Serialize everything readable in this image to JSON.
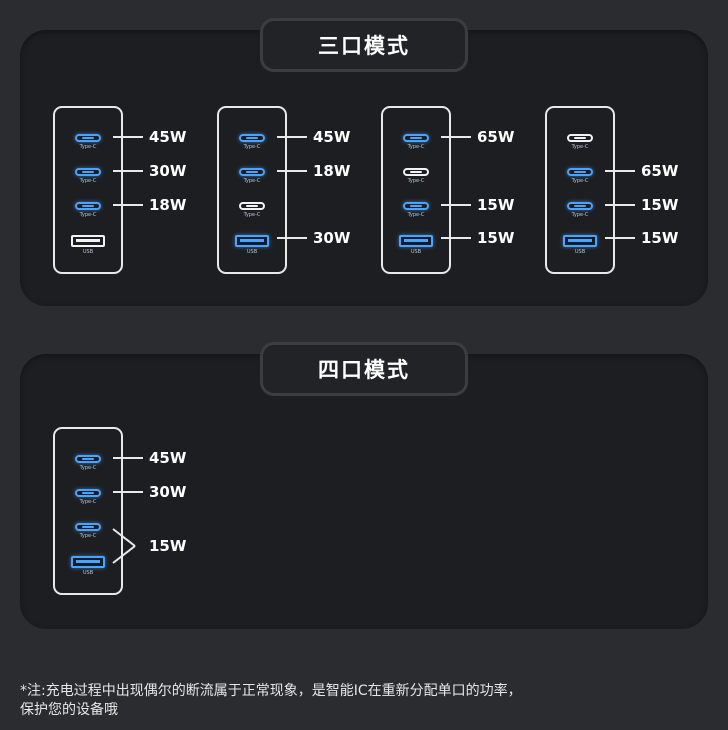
{
  "modes": {
    "three_port": {
      "title": "三口模式",
      "chargers": [
        {
          "ports": [
            {
              "type": "Type-C",
              "active": true,
              "power": "45W"
            },
            {
              "type": "Type-C",
              "active": true,
              "power": "30W"
            },
            {
              "type": "Type-C",
              "active": true,
              "power": "18W"
            },
            {
              "type": "USB",
              "active": false,
              "power": ""
            }
          ]
        },
        {
          "ports": [
            {
              "type": "Type-C",
              "active": true,
              "power": "45W"
            },
            {
              "type": "Type-C",
              "active": true,
              "power": "18W"
            },
            {
              "type": "Type-C",
              "active": false,
              "power": ""
            },
            {
              "type": "USB",
              "active": true,
              "power": "30W"
            }
          ]
        },
        {
          "ports": [
            {
              "type": "Type-C",
              "active": true,
              "power": "65W"
            },
            {
              "type": "Type-C",
              "active": false,
              "power": ""
            },
            {
              "type": "Type-C",
              "active": true,
              "power": "15W"
            },
            {
              "type": "USB",
              "active": true,
              "power": "15W"
            }
          ]
        },
        {
          "ports": [
            {
              "type": "Type-C",
              "active": false,
              "power": ""
            },
            {
              "type": "Type-C",
              "active": true,
              "power": "65W"
            },
            {
              "type": "Type-C",
              "active": true,
              "power": "15W"
            },
            {
              "type": "USB",
              "active": true,
              "power": "15W"
            }
          ]
        }
      ]
    },
    "four_port": {
      "title": "四口模式",
      "chargers": [
        {
          "ports": [
            {
              "type": "Type-C",
              "active": true,
              "power": "45W"
            },
            {
              "type": "Type-C",
              "active": true,
              "power": "30W"
            },
            {
              "type": "Type-C",
              "active": true,
              "power": ""
            },
            {
              "type": "USB",
              "active": true,
              "power": ""
            }
          ],
          "shared_power": "15W"
        }
      ]
    }
  },
  "note_line1": "*注:充电过程中出现偶尔的断流属于正常现象，是智能IC在重新分配单口的功率，",
  "note_line2": "保护您的设备哦",
  "colors": {
    "active_port": "#4aa3ff",
    "inactive_port": "#f2f2f2",
    "panel": "#1d1e21",
    "background": "#2b2c2f"
  }
}
